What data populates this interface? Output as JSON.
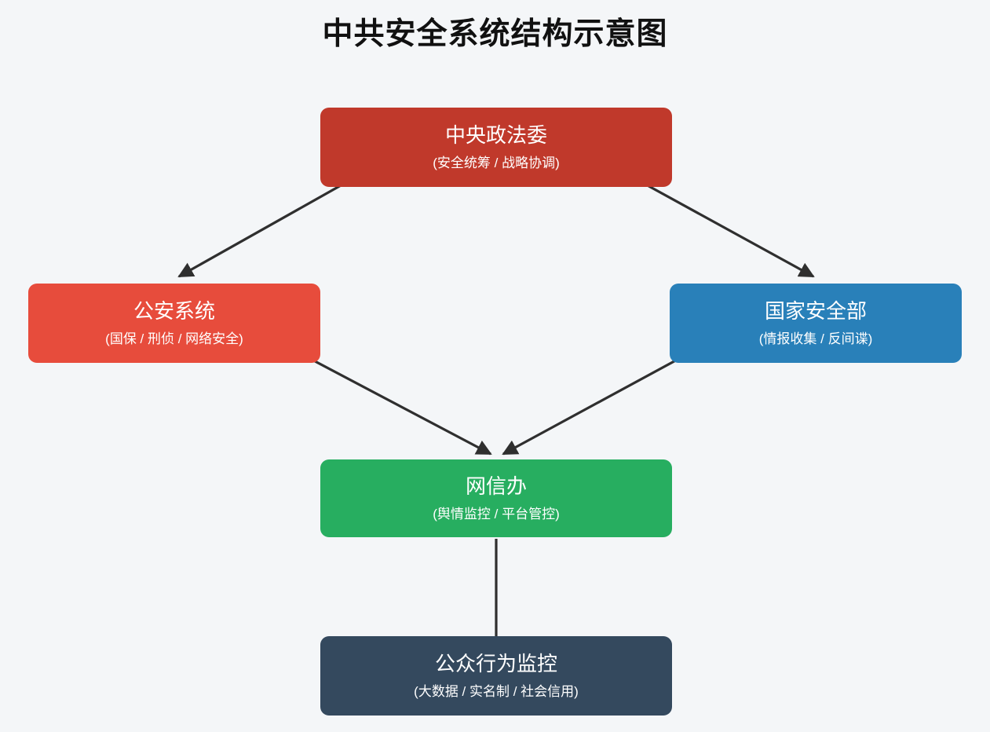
{
  "title": "中共安全系统结构示意图",
  "background_color": "#f4f6f8",
  "edge_color": "#2f2f2f",
  "chart_data": {
    "type": "diagram",
    "title": "中共安全系统结构示意图",
    "layout": "top-down hierarchy",
    "nodes": [
      {
        "id": "central-political-legal-affairs-commission",
        "title": "中央政法委",
        "subtitle": "(安全统筹 / 战略协调)",
        "color": "#c0392b",
        "level": 0
      },
      {
        "id": "public-security-system",
        "title": "公安系统",
        "subtitle": "(国保 / 刑侦 / 网络安全)",
        "color": "#e74c3c",
        "level": 1
      },
      {
        "id": "ministry-of-state-security",
        "title": "国家安全部",
        "subtitle": "(情报收集 / 反间谍)",
        "color": "#2980b9",
        "level": 1
      },
      {
        "id": "cyberspace-administration",
        "title": "网信办",
        "subtitle": "(舆情监控 / 平台管控)",
        "color": "#27ae60",
        "level": 2
      },
      {
        "id": "public-behavior-monitoring",
        "title": "公众行为监控",
        "subtitle": "(大数据 / 实名制 / 社会信用)",
        "color": "#34495e",
        "level": 3
      }
    ],
    "edges": [
      {
        "from": "central-political-legal-affairs-commission",
        "to": "public-security-system"
      },
      {
        "from": "central-political-legal-affairs-commission",
        "to": "ministry-of-state-security"
      },
      {
        "from": "public-security-system",
        "to": "cyberspace-administration"
      },
      {
        "from": "ministry-of-state-security",
        "to": "cyberspace-administration"
      },
      {
        "from": "cyberspace-administration",
        "to": "public-behavior-monitoring"
      }
    ]
  }
}
